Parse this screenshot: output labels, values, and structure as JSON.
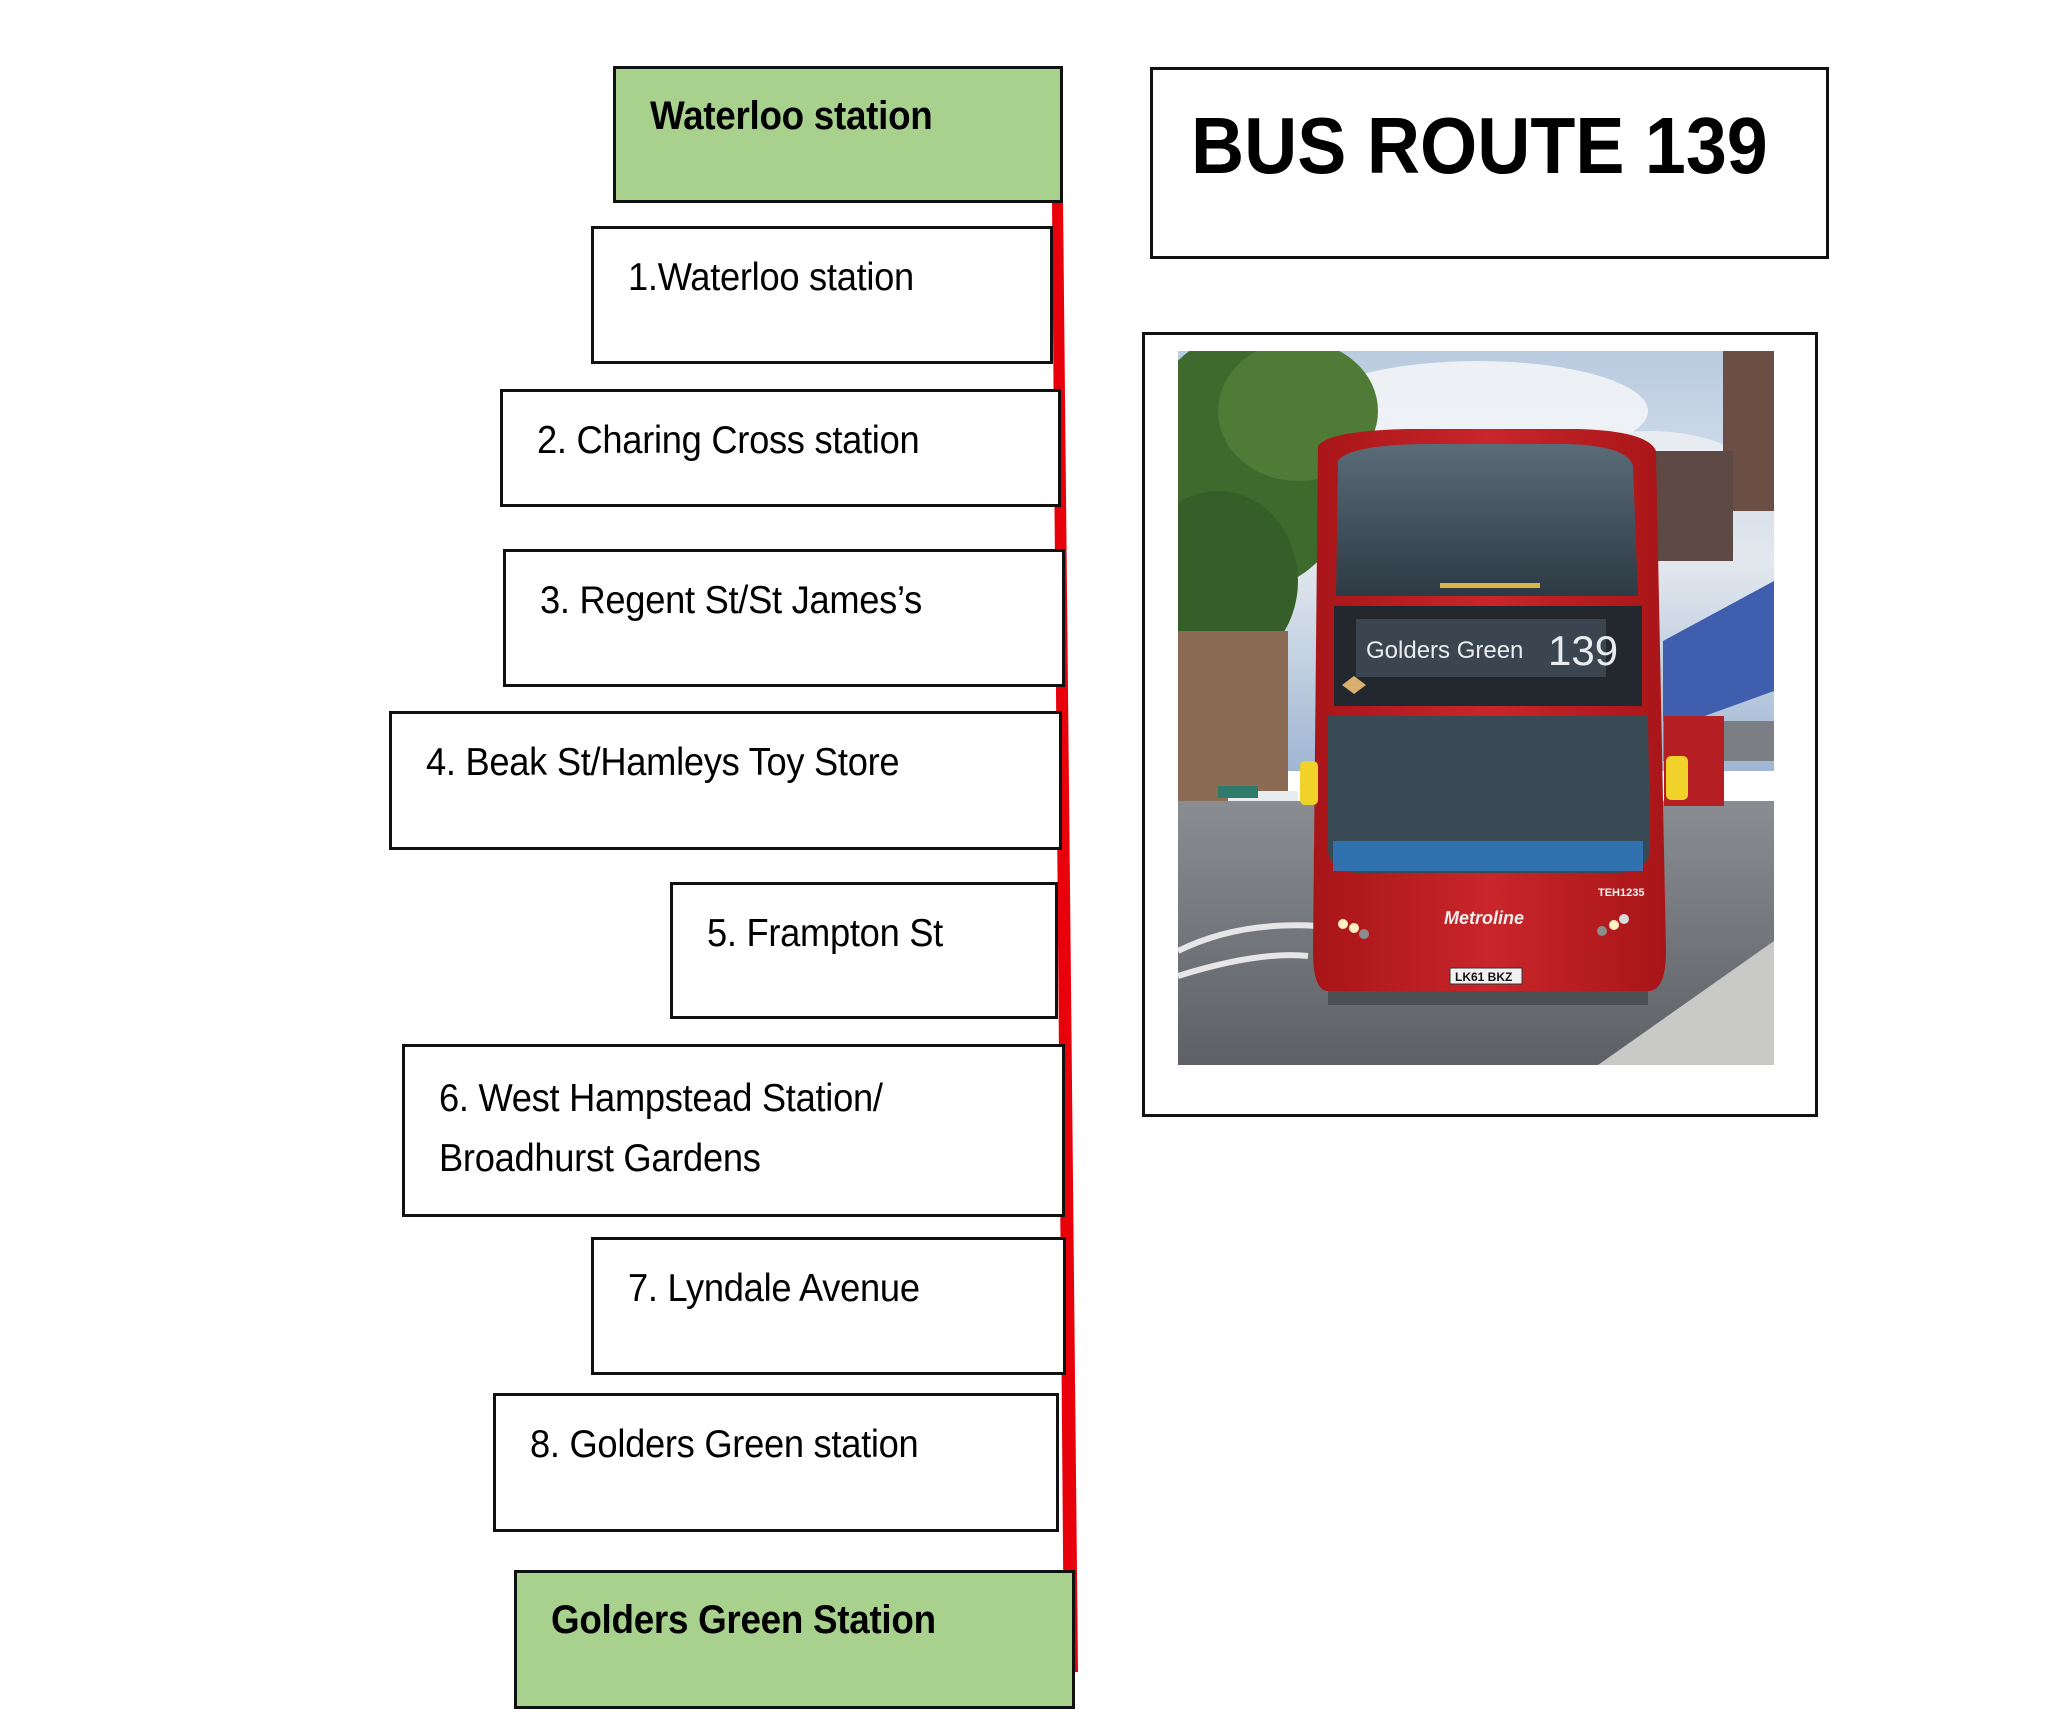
{
  "title": "BUS ROUTE 139",
  "route": {
    "start_terminus": "Waterloo station",
    "end_terminus": "Golders Green Station",
    "line_color": "#e8000b",
    "terminus_color": "#a9d18e",
    "stops": [
      {
        "label": "1.Waterloo station"
      },
      {
        "label": "2. Charing Cross station"
      },
      {
        "label": "3. Regent St/St James’s"
      },
      {
        "label": "4. Beak St/Hamleys Toy Store"
      },
      {
        "label": "5. Frampton St"
      },
      {
        "label": "6. West Hampstead Station/",
        "label_line2": "Broadhurst Gardens"
      },
      {
        "label": "7. Lyndale Avenue"
      },
      {
        "label": "8. Golders Green station"
      }
    ]
  },
  "photo": {
    "subject": "Red double-decker bus, front view",
    "destination_display": "Golders Green",
    "route_number_display": "139",
    "fleet_number": "TEH1235",
    "operator_logo": "Metroline",
    "registration_plate": "LK61 BKZ"
  }
}
